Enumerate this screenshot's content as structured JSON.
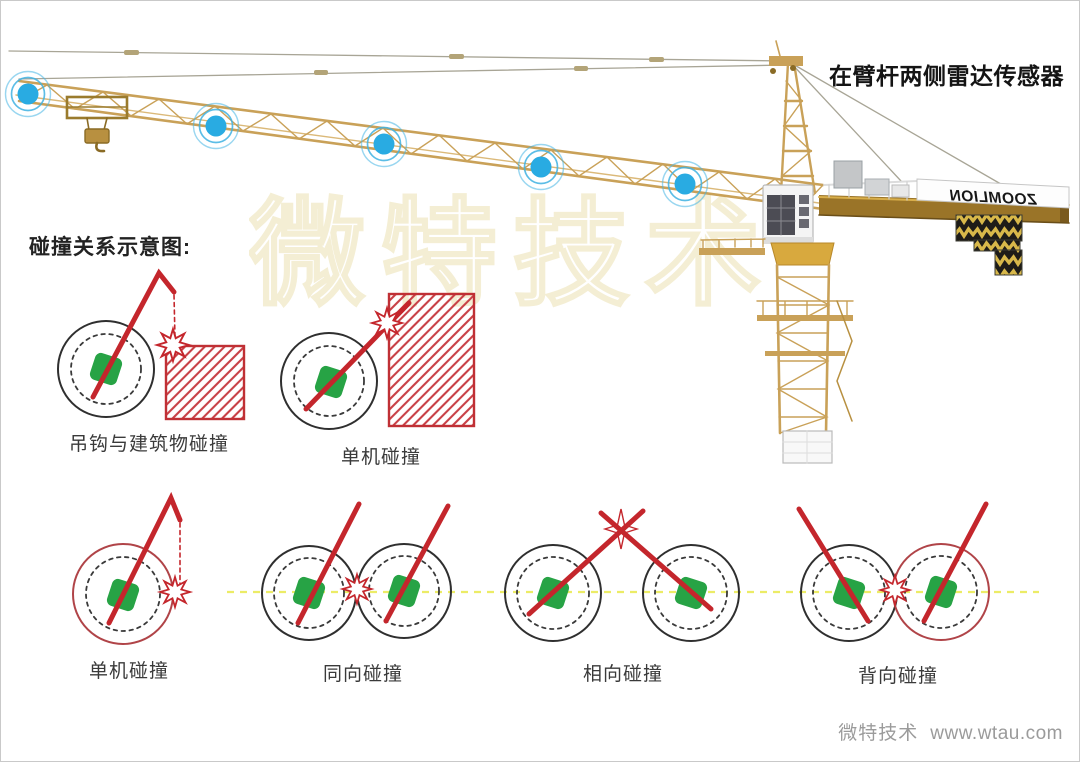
{
  "header": {
    "title": "在臂杆两侧雷达传感器"
  },
  "watermark": {
    "text": "微特技术"
  },
  "section": {
    "title": "碰撞关系示意图:"
  },
  "crane": {
    "brand": "ZOOMLION",
    "sensor_count": 5
  },
  "diagrams": {
    "hook_building": {
      "label": "吊钩与建筑物碰撞"
    },
    "single_machine_top": {
      "label": "单机碰撞"
    },
    "single_machine_bottom": {
      "label": "单机碰撞"
    },
    "same_direction": {
      "label": "同向碰撞"
    },
    "facing": {
      "label": "相向碰撞"
    },
    "back_to_back": {
      "label": "背向碰撞"
    }
  },
  "footer": {
    "company": "微特技术",
    "website": "www.wtau.com"
  },
  "colors": {
    "collision_red": "#c4262c",
    "circle_black": "#2f2f2f",
    "circle_red": "#b04448",
    "marker_green": "#27a345",
    "sensor_blue": "#29abe2",
    "guide_yellow": "#ecec66",
    "crane_yellow": "#c9a158"
  }
}
